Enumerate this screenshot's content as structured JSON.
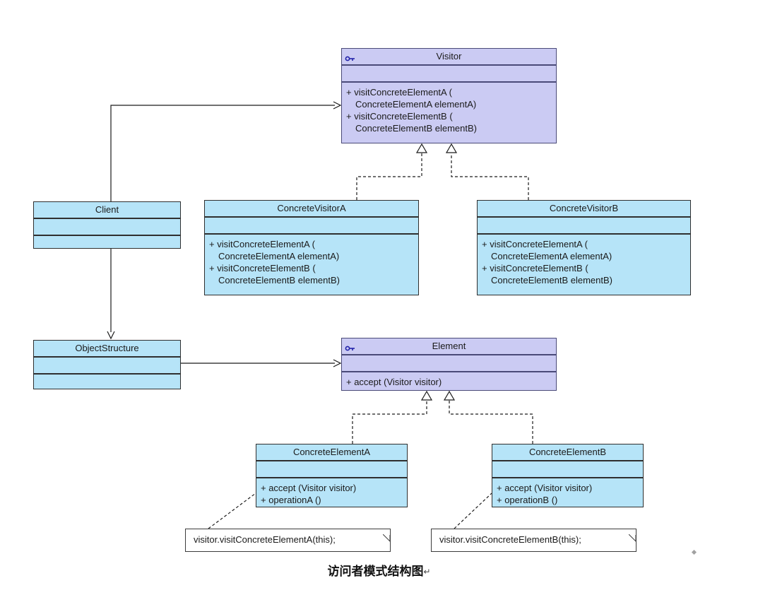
{
  "colors": {
    "interface_fill": "#cbcbf3",
    "interface_border": "#4a4a78",
    "class_fill": "#b6e4f8",
    "class_border": "#2f2f2f",
    "connector": "#1a1a1a",
    "key_icon": "#2222aa",
    "note_fill": "#ffffff"
  },
  "boxes": {
    "visitor": {
      "title": "Visitor",
      "methods": [
        "+ visitConcreteElementA (",
        "ConcreteElementA elementA)",
        "+ visitConcreteElementB (",
        "ConcreteElementB elementB)"
      ]
    },
    "client": {
      "title": "Client"
    },
    "concreteVisitorA": {
      "title": "ConcreteVisitorA",
      "methods": [
        "+ visitConcreteElementA (",
        "ConcreteElementA elementA)",
        "+ visitConcreteElementB (",
        "ConcreteElementB elementB)"
      ]
    },
    "concreteVisitorB": {
      "title": "ConcreteVisitorB",
      "methods": [
        "+ visitConcreteElementA (",
        "ConcreteElementA elementA)",
        "+ visitConcreteElementB (",
        "ConcreteElementB elementB)"
      ]
    },
    "objectStructure": {
      "title": "ObjectStructure"
    },
    "element": {
      "title": "Element",
      "methods": [
        "+ accept (Visitor visitor)"
      ]
    },
    "concreteElementA": {
      "title": "ConcreteElementA",
      "methods": [
        "+ accept (Visitor visitor)",
        "+ operationA ()"
      ]
    },
    "concreteElementB": {
      "title": "ConcreteElementB",
      "methods": [
        "+ accept (Visitor visitor)",
        "+ operationB ()"
      ]
    }
  },
  "notes": {
    "noteA": {
      "text": "visitor.visitConcreteElementA(this);"
    },
    "noteB": {
      "text": "visitor.visitConcreteElementB(this);"
    }
  },
  "caption": {
    "text": "访问者模式结构图",
    "return_mark": "↵"
  }
}
